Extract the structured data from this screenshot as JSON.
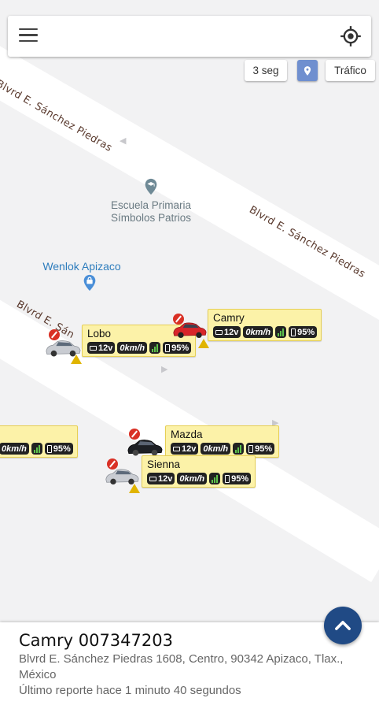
{
  "map": {
    "road_labels": [
      "Blvrd E. Sánchez Piedras",
      "Blvrd E. Sánchez Piedras",
      "Blvrd E. Sán"
    ],
    "pois": [
      {
        "label_line1": "Escuela Primaria",
        "label_line2": "Símbolos Patrios",
        "icon": "school-pin-icon"
      },
      {
        "label_line1": "Wenlok Apizaco",
        "icon": "shopping-pin-icon"
      }
    ]
  },
  "toolbar": {
    "refresh_interval": "3 seg",
    "traffic_label": "Tráfico"
  },
  "vehicles": [
    {
      "name": "Lobo",
      "voltage": "12v",
      "speed": "0km/h",
      "battery": "95%"
    },
    {
      "name": "Camry",
      "voltage": "12v",
      "speed": "0km/h",
      "battery": "95%"
    },
    {
      "name": "",
      "voltage": "",
      "speed": "0km/h",
      "battery": "95%"
    },
    {
      "name": "Mazda",
      "voltage": "12v",
      "speed": "0km/h",
      "battery": "95%"
    },
    {
      "name": "Sienna",
      "voltage": "12v",
      "speed": "0km/h",
      "battery": "95%"
    }
  ],
  "selected": {
    "title": "Camry 007347203",
    "address": "Blvrd E. Sánchez Piedras 1608, Centro, 90342 Apizaco, Tlax., México",
    "report": "Último reporte hace 1 minuto 40 segundos"
  },
  "colors": {
    "card_bg": "#fcf2a8",
    "fab": "#204a85",
    "alert_red": "#d93025",
    "signal_green": "#5ec24c"
  }
}
